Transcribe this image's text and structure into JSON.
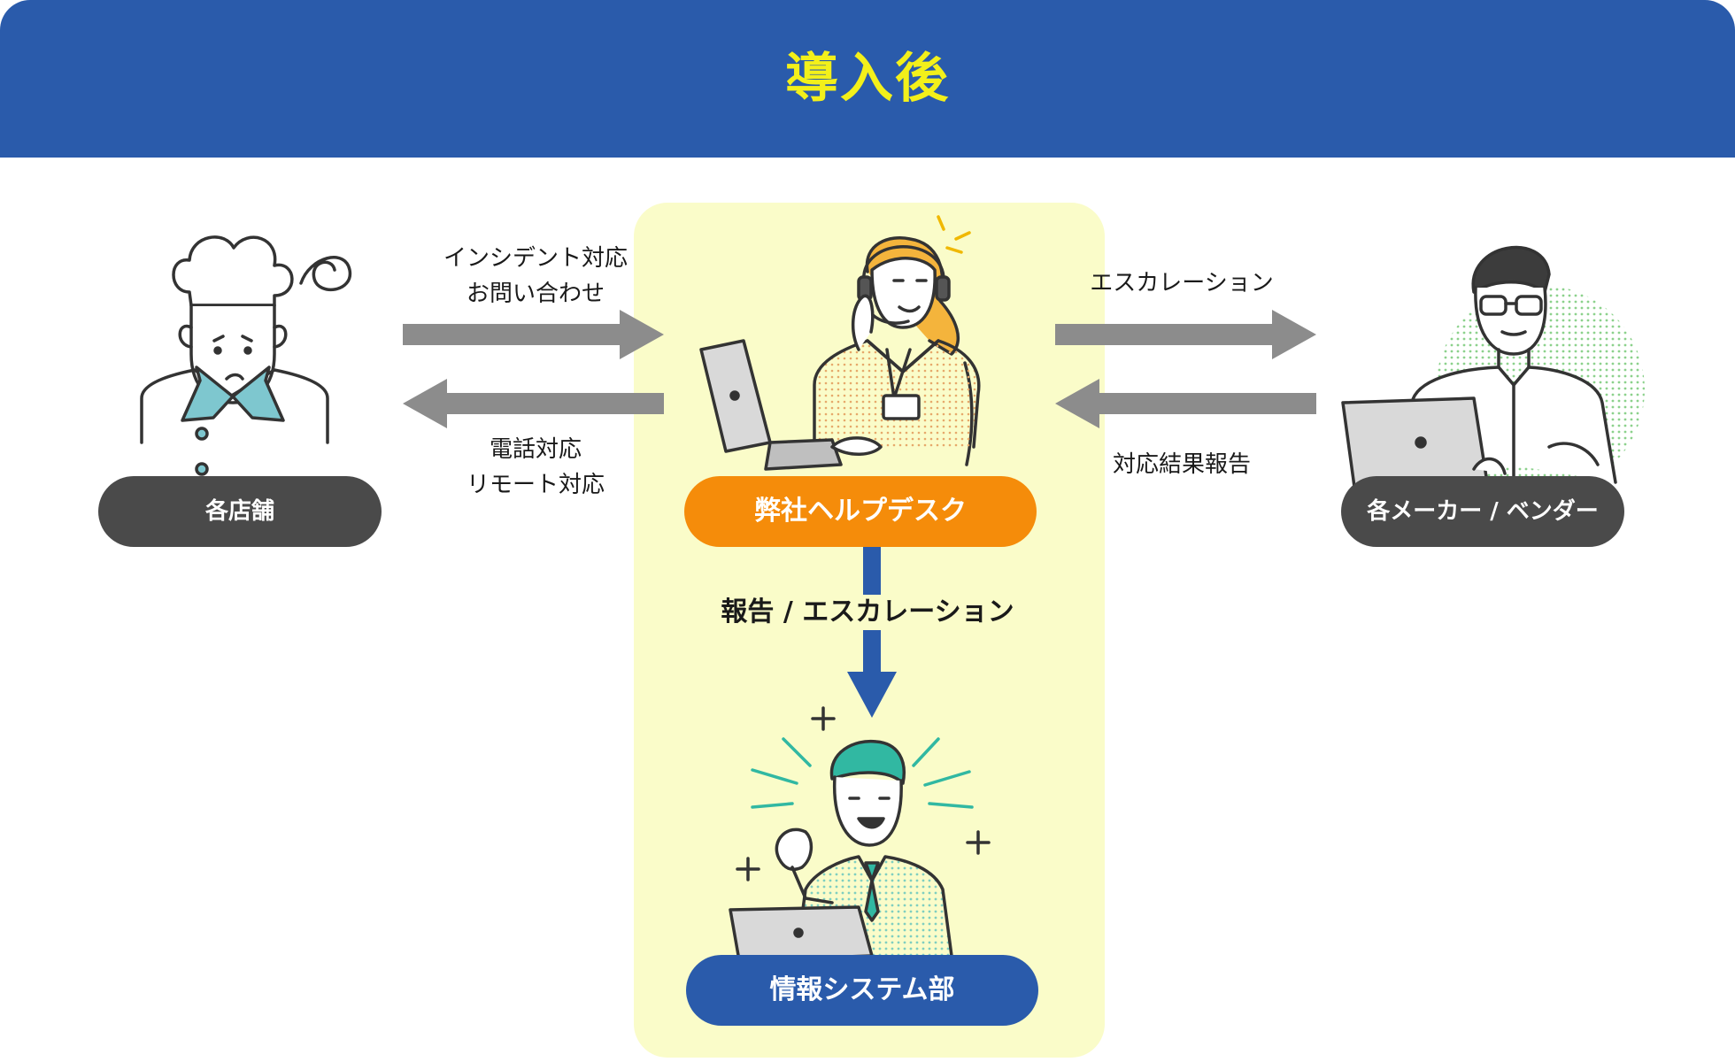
{
  "header": {
    "title": "導入後"
  },
  "nodes": {
    "stores": {
      "label": "各店舗",
      "icon": "chef-icon"
    },
    "helpdesk": {
      "label": "弊社ヘルプデスク",
      "icon": "helpdesk-operator-icon"
    },
    "vendors": {
      "label": "各メーカー / ベンダー",
      "icon": "vendor-engineer-icon"
    },
    "it_dept": {
      "label": "情報システム部",
      "icon": "it-staff-icon"
    }
  },
  "edges": {
    "stores_to_helpdesk": {
      "line1": "インシデント対応",
      "line2": "お問い合わせ"
    },
    "helpdesk_to_stores": {
      "line1": "電話対応",
      "line2": "リモート対応"
    },
    "helpdesk_to_vendors": {
      "line1": "エスカレーション"
    },
    "vendors_to_helpdesk": {
      "line1": "対応結果報告"
    },
    "helpdesk_to_it": {
      "line1": "報告 / エスカレーション"
    }
  },
  "colors": {
    "header_bg": "#2a5bab",
    "header_text": "#f3f01a",
    "panel_bg": "#fafcc9",
    "gray_arrow": "#8c8c8c",
    "blue_arrow": "#2a5bab",
    "pill_dark": "#4a4a4a",
    "pill_orange": "#f58c0a",
    "pill_blue": "#2a5bab",
    "accent_teal": "#31b8a2"
  }
}
